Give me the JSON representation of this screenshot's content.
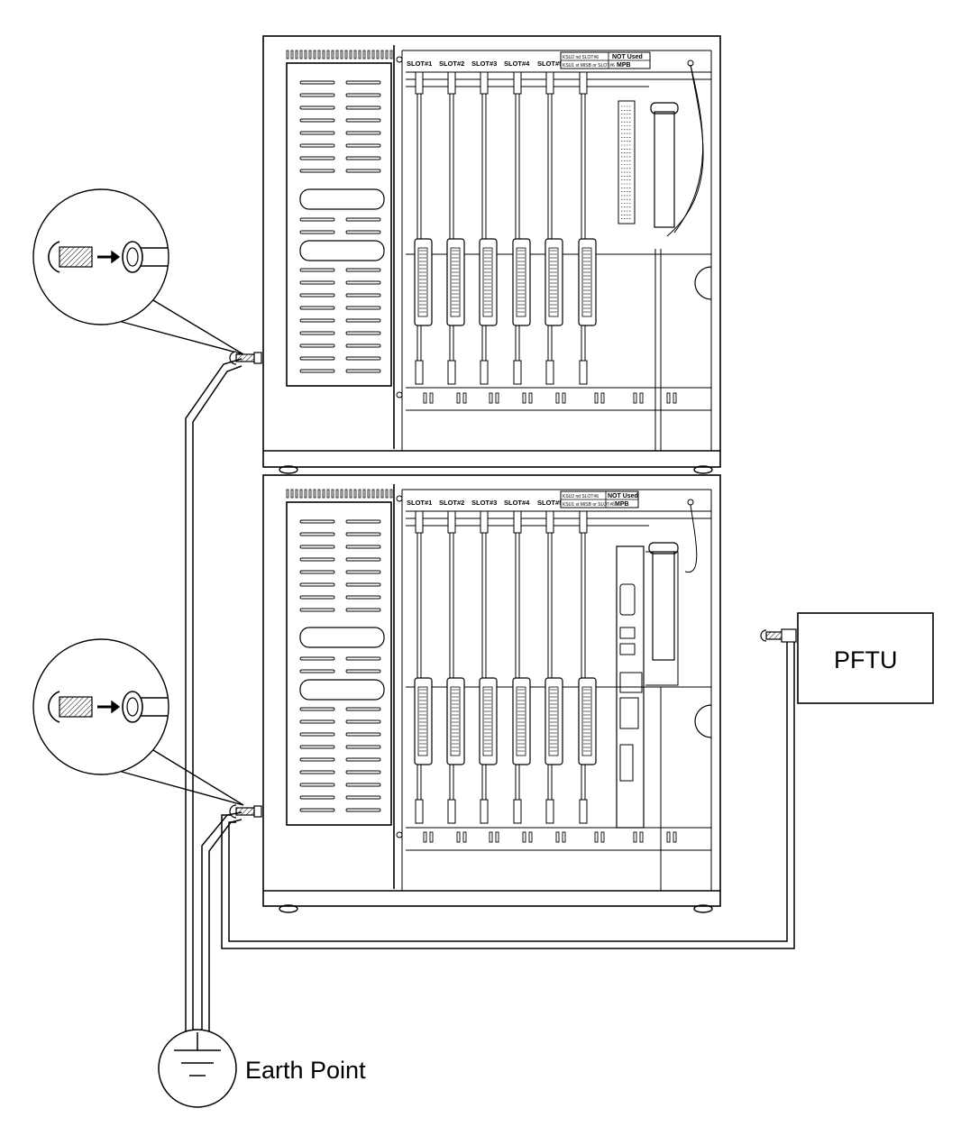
{
  "slot_labels": [
    "SLOT#1",
    "SLOT#2",
    "SLOT#3",
    "SLOT#4",
    "SLOT#5"
  ],
  "slot6_note": {
    "ksu2": "KSU2 nd SLOT#6",
    "ksu1": "KSU1 st MISB or SLOT#6",
    "not_used": "NOT Used",
    "mpb": "MPB"
  },
  "pftu_label": "PFTU",
  "earth_point_label": "Earth Point",
  "colors": {
    "line": "#000000",
    "background": "#ffffff"
  }
}
